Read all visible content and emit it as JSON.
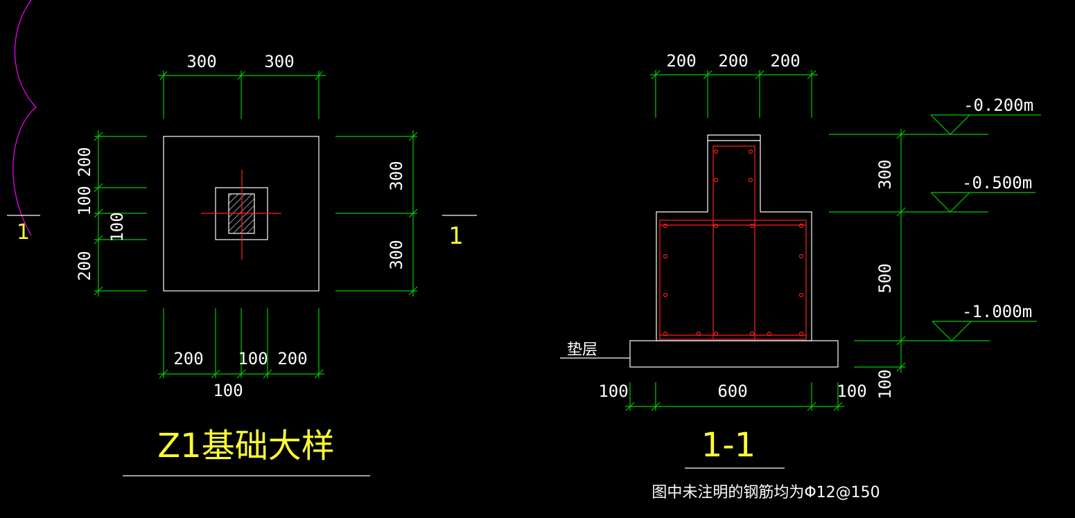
{
  "plan": {
    "title": "Z1基础大样",
    "section_mark": "1",
    "top_dims": [
      "300",
      "300"
    ],
    "left_dims": [
      "200",
      "100",
      "100",
      "200"
    ],
    "right_dims": [
      "300",
      "300"
    ],
    "bottom_dims": [
      "200",
      "100",
      "200",
      "100"
    ]
  },
  "section": {
    "title": "1-1",
    "note": "图中未注明的钢筋均为Φ12@150",
    "cushion_label": "垫层",
    "top_dims": [
      "200",
      "200",
      "200"
    ],
    "bottom_dims": [
      "100",
      "600",
      "100"
    ],
    "right_dims": [
      "300",
      "500",
      "100"
    ],
    "elevations": [
      "-0.200m",
      "-0.500m",
      "-1.000m"
    ]
  },
  "left_edge_mark": "1",
  "colors": {
    "dimension": "#00cc00",
    "outline": "#ffffff",
    "rebar": "#ff2020",
    "label": "#ffff33",
    "cloud": "#ff00ff"
  }
}
